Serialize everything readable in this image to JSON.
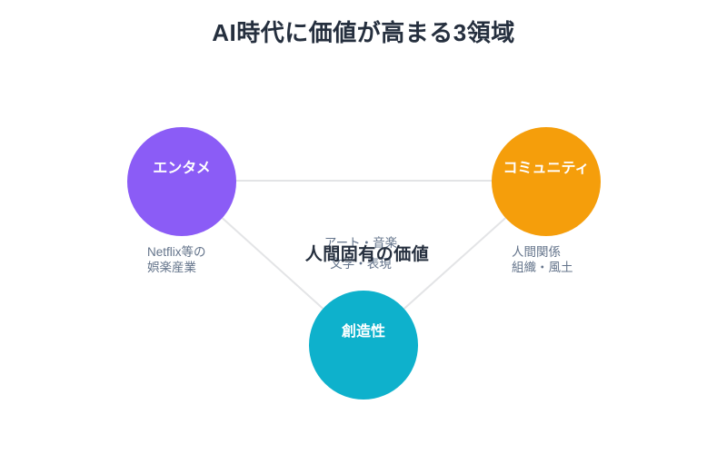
{
  "title": "AI時代に価値が高まる3領域",
  "center_label": "人間固有の価値",
  "diagram_type": "triangle-venn-relationship",
  "colors": {
    "background": "#ffffff",
    "title_text": "#252f3e",
    "center_text": "#252f3e",
    "description_text": "#64748b",
    "connector_line": "#e3e4e6",
    "node_label_text": "#ffffff"
  },
  "nodes": [
    {
      "id": "entertainment",
      "label": "エンタメ",
      "color": "#8b5cf6",
      "description_line1": "Netflix等の",
      "description_line2": "娯楽産業"
    },
    {
      "id": "community",
      "label": "コミュニティ",
      "color": "#f59e0b",
      "description_line1": "人間関係",
      "description_line2": "組織・風土"
    },
    {
      "id": "creativity",
      "label": "創造性",
      "color": "#0eb1cc",
      "description_line1": "アート・音楽",
      "description_line2": "文学・表現"
    }
  ]
}
